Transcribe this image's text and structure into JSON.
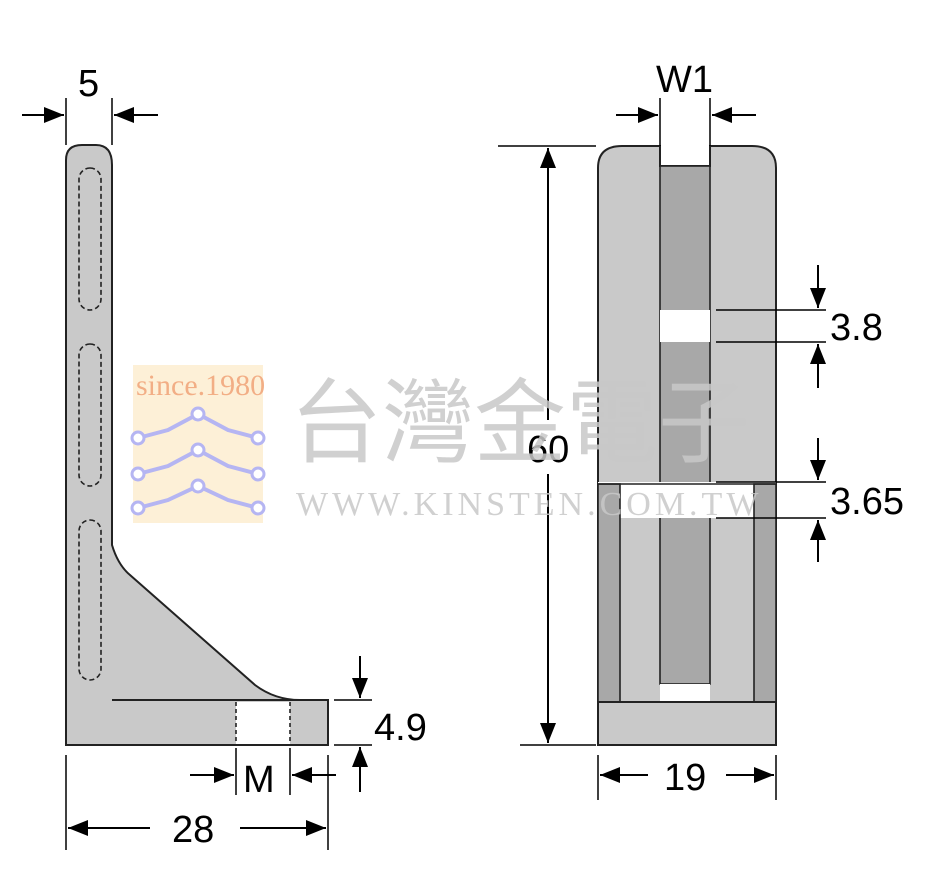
{
  "dimensions": {
    "thickness_top": "5",
    "length_base": "28",
    "hole_m": "M",
    "base_height": "4.9",
    "slot_width": "W1",
    "height": "60",
    "gap_upper": "3.8",
    "gap_lower": "3.65",
    "width": "19"
  },
  "watermark": {
    "since": "since.1980",
    "chinese": "台灣金電子",
    "url": "WWW.KINSTEN.COM.TW"
  },
  "colors": {
    "body_fill": "#c9c9c9",
    "slot_fill": "#a8a8a8",
    "line": "#222222",
    "logo_dots": "#a9a9f0",
    "logo_bg": "#fde8c4"
  }
}
